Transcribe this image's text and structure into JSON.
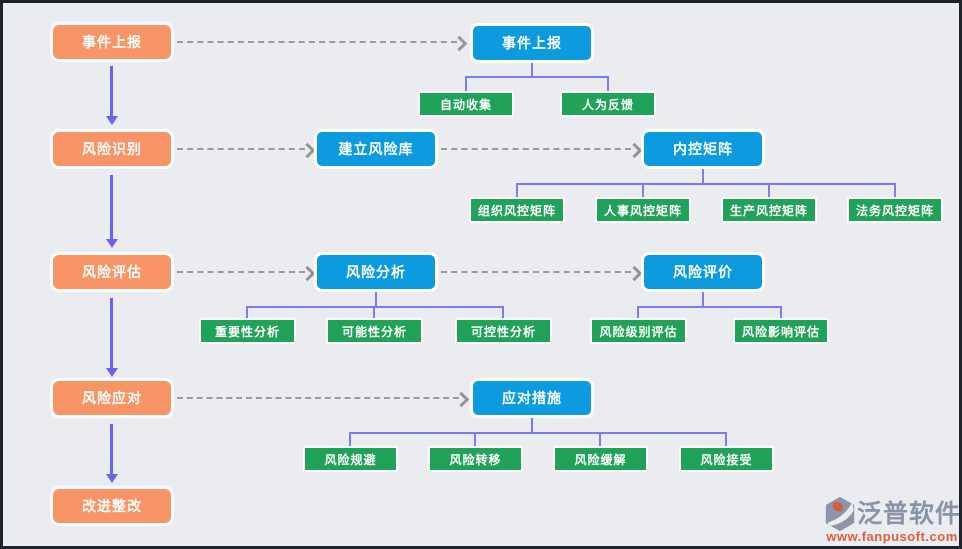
{
  "palette": {
    "stage_orange": "#F99466",
    "hub_blue": "#0C9BDE",
    "leaf_green": "#21A259",
    "tree_connector": "#7C7CF0",
    "flow_arrow": "#6A62F0",
    "dashed_link": "#9A9A9A",
    "background": "#EBECF0"
  },
  "stages": [
    "事件上报",
    "风险识别",
    "风险评估",
    "风险应对",
    "改进整改"
  ],
  "report": {
    "hub": "事件上报",
    "children": [
      "自动收集",
      "人为反馈"
    ]
  },
  "identify": {
    "library": "建立风险库",
    "matrix": "内控矩阵",
    "matrix_children": [
      "组织风控矩阵",
      "人事风控矩阵",
      "生产风控矩阵",
      "法务风控矩阵"
    ]
  },
  "assess": {
    "analysis": "风险分析",
    "analysis_children": [
      "重要性分析",
      "可能性分析",
      "可控性分析"
    ],
    "evaluation": "风险评价",
    "evaluation_children": [
      "风险级别评估",
      "风险影响评估"
    ]
  },
  "respond": {
    "hub": "应对措施",
    "children": [
      "风险规避",
      "风险转移",
      "风险缓解",
      "风险接受"
    ]
  },
  "watermark": {
    "brand": "泛普软件",
    "url": "www.fanpusoft.com"
  }
}
